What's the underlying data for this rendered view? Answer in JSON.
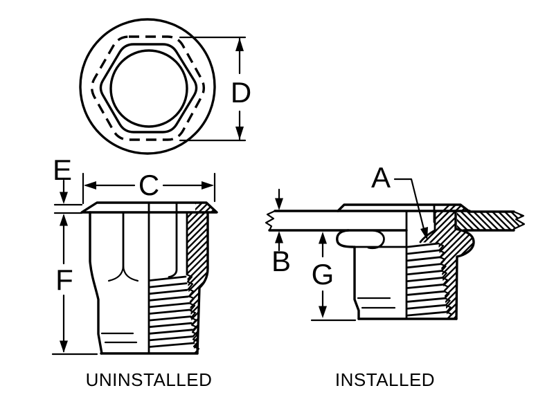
{
  "page": {
    "colors": {
      "line": "#000000",
      "background": "#ffffff"
    }
  },
  "views": {
    "top": {
      "dim_d": "D"
    },
    "uninstalled": {
      "caption": "UNINSTALLED",
      "dim_c": "C",
      "dim_e": "E",
      "dim_f": "F"
    },
    "installed": {
      "caption": "INSTALLED",
      "dim_a": "A",
      "dim_b": "B",
      "dim_g": "G"
    }
  }
}
